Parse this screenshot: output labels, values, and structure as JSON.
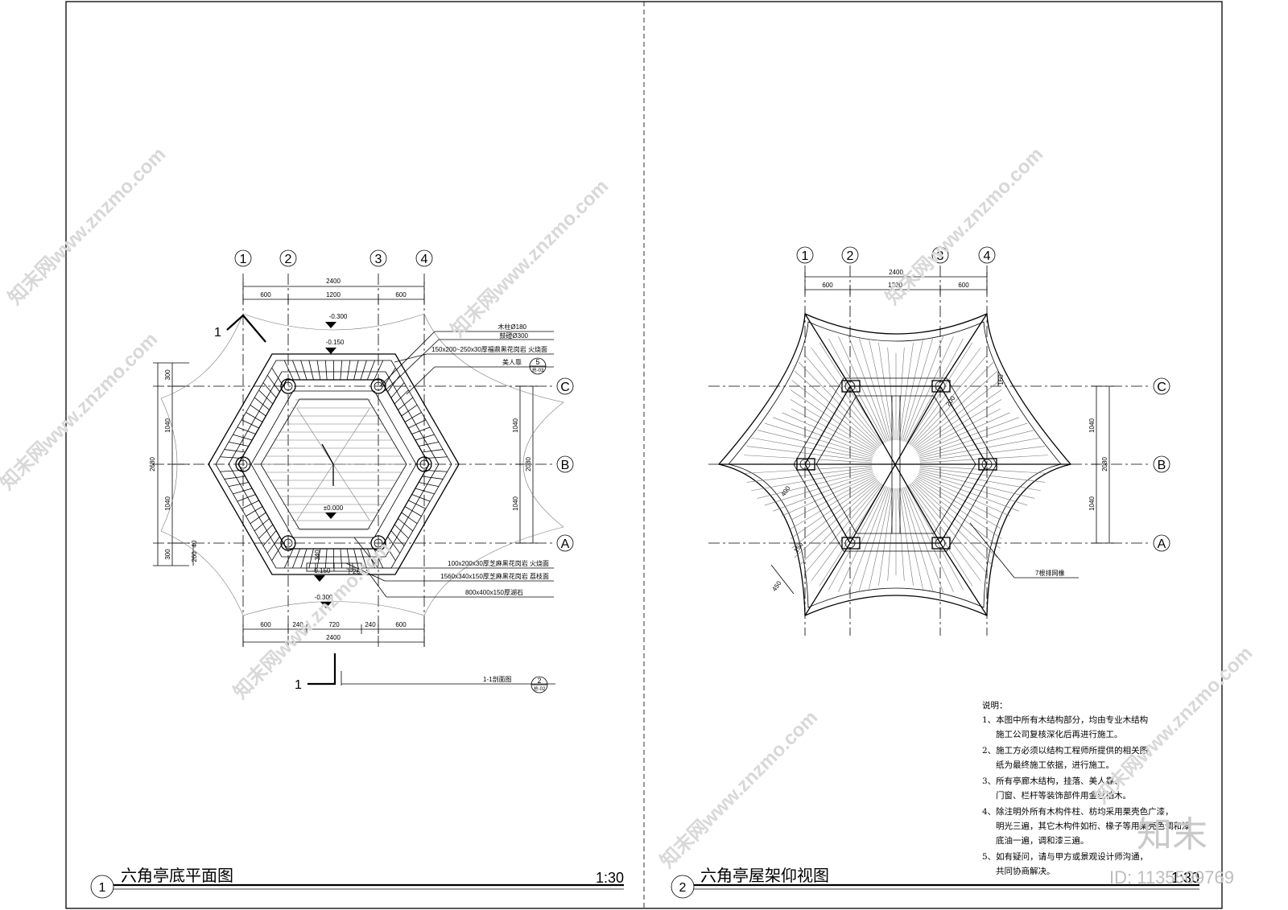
{
  "left_drawing": {
    "title": "六角亭底平面图",
    "number": "1",
    "scale": "1:30",
    "axis_cols": [
      "1",
      "2",
      "3",
      "4"
    ],
    "axis_rows": [
      "C",
      "B",
      "A"
    ],
    "dims_top_total": "2400",
    "dims_top": [
      "600",
      "1200",
      "600"
    ],
    "dims_bottom": [
      "600",
      "240",
      "720",
      "240",
      "600"
    ],
    "dims_bottom_total": "2400",
    "dims_left": [
      "300",
      "1040",
      "1040",
      "300"
    ],
    "dims_left_total": "2680",
    "dims_left_small": [
      "260",
      "40"
    ],
    "dims_right": [
      "1040",
      "1040"
    ],
    "dims_right_total": "2080",
    "dim_center": "340",
    "elev_top1": "-0.300",
    "elev_top2": "-0.150",
    "elev_center": "±0.000",
    "elev_bot1": "-0.150",
    "elev_bot2": "-0.300",
    "steps_note": "下2级",
    "section_mark": "1",
    "callouts": [
      "木柱Ø180",
      "鼓磴Ø300",
      "150x200~250x30厚福鼎黑花岗岩 火烧面",
      "美人靠",
      "100x200x30厚芝麻黑花岗岩 火烧面",
      "1560x340x150厚芝麻黑花岗岩 荔枝面",
      "800x400x150厚湖石"
    ],
    "detail_ref_num": "5",
    "detail_ref_sheet": "总-03",
    "section_ref_label": "1-1剖面图",
    "section_ref_num": "2",
    "section_ref_sheet": "总-02"
  },
  "right_drawing": {
    "title": "六角亭屋架仰视图",
    "number": "2",
    "scale": "1:30",
    "axis_cols": [
      "1",
      "2",
      "3",
      "4"
    ],
    "axis_rows": [
      "C",
      "B",
      "A"
    ],
    "dims_top_total": "2400",
    "dims_top": [
      "600",
      "1200",
      "600"
    ],
    "dims_right": [
      "1040",
      "1040"
    ],
    "dims_right_total": "2080",
    "dim_small_1": "160",
    "dim_small_2": "200",
    "dim_small_3": "400",
    "dim_small_4": "450",
    "dim_small_5": "150",
    "callout": "7根排网橡",
    "notes_title": "说明：",
    "notes": [
      "1、本图中所有木结构部分，均由专业木结构",
      "施工公司复核深化后再进行施工。",
      "2、施工方必须以结构工程师所提供的相关图",
      "纸为最终施工依据，进行施工。",
      "3、所有亭廊木结构，挂落、美人靠、",
      "门窗、栏杆等装饰部件用金丝柚木。",
      "4、除注明外所有木构件柱、枋均采用栗壳色广漆，",
      "明光三遍，其它木构件如桁、椽子等用栗壳色调和漆",
      "底油一遍，调和漆三遍。",
      "5、如有疑问，请与甲方或景观设计师沟通，",
      "共同协商解决。"
    ]
  },
  "watermarks": {
    "site": "知末网www.znzmo.com",
    "brand": "知末",
    "id": "ID: 1135509769"
  }
}
